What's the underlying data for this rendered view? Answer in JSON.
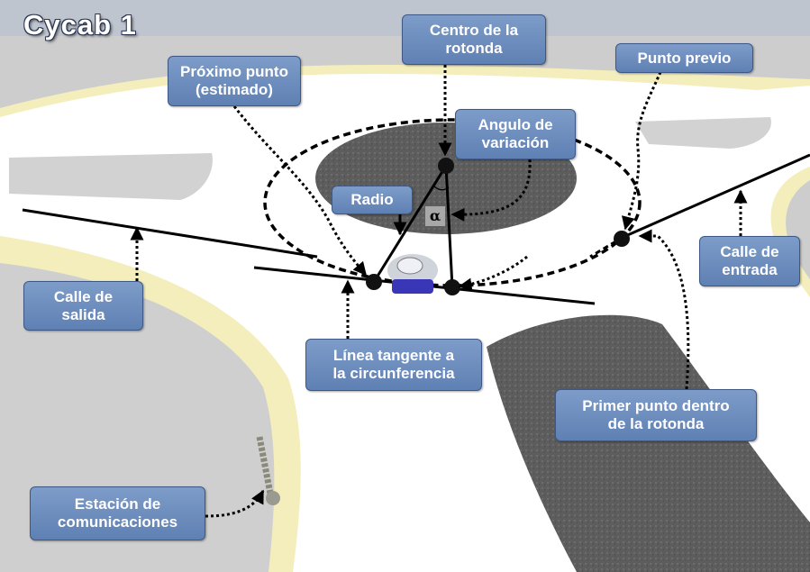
{
  "title": "Cycab  1",
  "labels": {
    "centro_line1": "Centro de la",
    "centro_line2": "rotonda",
    "proximo_line1": "Próximo punto",
    "proximo_line2": "(estimado)",
    "previo": "Punto previo",
    "angulo_line1": "Angulo de",
    "angulo_line2": "variación",
    "radio": "Radio",
    "alpha": "α",
    "calle_salida_line1": "Calle de",
    "calle_salida_line2": "salida",
    "calle_entrada_line1": "Calle de",
    "calle_entrada_line2": "entrada",
    "tangente_line1": "Línea tangente a",
    "tangente_line2": "la circunferencia",
    "primer_line1": "Primer punto dentro",
    "primer_line2": "de la rotonda",
    "estacion_line1": "Estación de",
    "estacion_line2": "comunicaciones"
  },
  "colors": {
    "label_fill": "#6b8bbf",
    "label_border": "#3d5884",
    "road": "#ffffff",
    "grass": "#cfcfcf",
    "sidewalk": "#f2ecb9",
    "island": "#626262"
  }
}
